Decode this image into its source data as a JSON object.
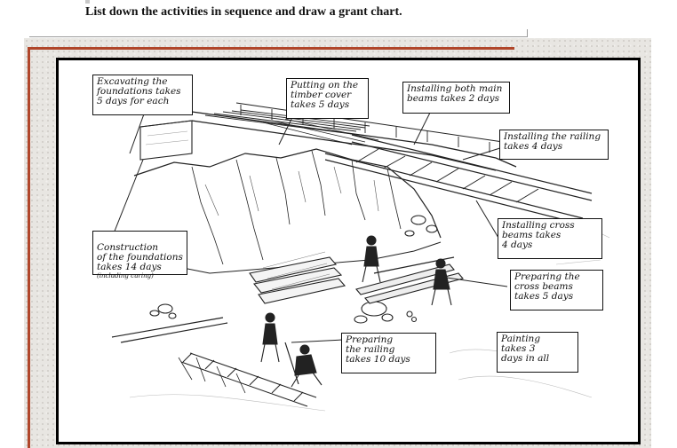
{
  "heading": "List down the activities in sequence and draw a grant chart.",
  "callouts": {
    "excavating": "Excavating the\nfoundations takes\n5 days for each",
    "timber": "Putting on the\ntimber cover\ntakes 5 days",
    "main_beams": "Installing both main\nbeams takes 2 days",
    "railing_install": "Installing the railing\ntakes 4 days",
    "foundations": "Construction\nof the foundations\ntakes 14 days",
    "foundations_note": "(including curing)",
    "cross_install": "Installing cross\nbeams takes\n4 days",
    "cross_prepare": "Preparing the\ncross beams\ntakes 5 days",
    "railing_prepare": "Preparing\nthe railing\ntakes 10 days",
    "painting": "Painting\ntakes 3\ndays in all"
  }
}
